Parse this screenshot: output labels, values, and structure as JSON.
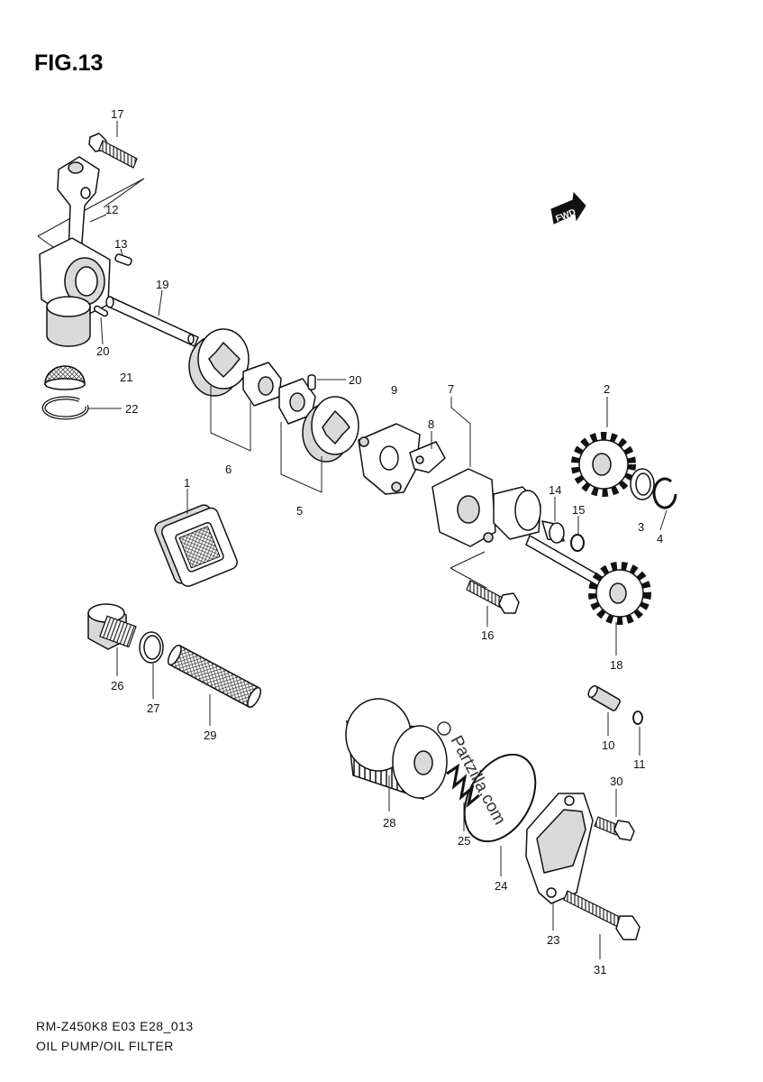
{
  "figure": {
    "title": "FIG.13",
    "fwd_label": "FWD",
    "model_code": "RM-Z450K8 E03 E28_013",
    "caption": "OIL PUMP/OIL FILTER",
    "watermark": "Partzilla.com"
  },
  "callouts": [
    "17",
    "12",
    "13",
    "19",
    "20",
    "21",
    "22",
    "20",
    "9",
    "7",
    "8",
    "2",
    "6",
    "5",
    "14",
    "15",
    "3",
    "4",
    "1",
    "16",
    "18",
    "26",
    "27",
    "29",
    "10",
    "11",
    "30",
    "28",
    "25",
    "24",
    "23",
    "31"
  ]
}
